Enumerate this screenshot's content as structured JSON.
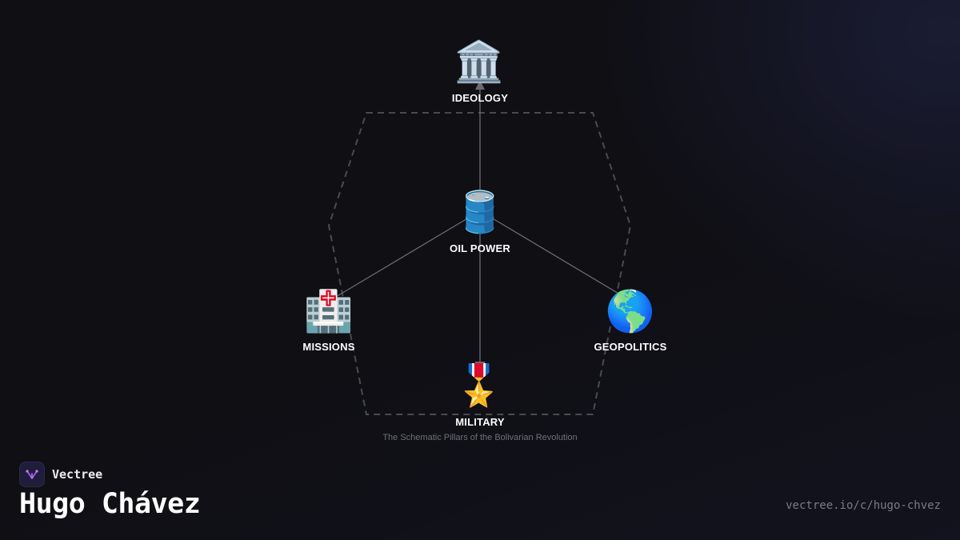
{
  "diagram": {
    "center": {
      "label": "OIL POWER",
      "icon": "🛢️",
      "icon_name": "oil-barrel-icon"
    },
    "nodes": [
      {
        "key": "ideology",
        "label": "IDEOLOGY",
        "icon": "🏛️",
        "icon_name": "classical-building-icon"
      },
      {
        "key": "missions",
        "label": "MISSIONS",
        "icon": "🏥",
        "icon_name": "hospital-icon"
      },
      {
        "key": "geopolitics",
        "label": "GEOPOLITICS",
        "icon": "🌎",
        "icon_name": "globe-americas-icon"
      },
      {
        "key": "military",
        "label": "MILITARY",
        "icon": "🎖️",
        "icon_name": "military-medal-icon"
      }
    ],
    "caption": "The Schematic Pillars of the Bolivarian Revolution",
    "colors": {
      "edge": "#6b6b73",
      "outline": "#4a4a52",
      "label": "#ffffff",
      "caption": "#6f6f78"
    }
  },
  "brand": {
    "name": "Vectree",
    "logo_color": "#a855f7"
  },
  "page": {
    "title": "Hugo Chávez",
    "url": "vectree.io/c/hugo-chvez"
  }
}
